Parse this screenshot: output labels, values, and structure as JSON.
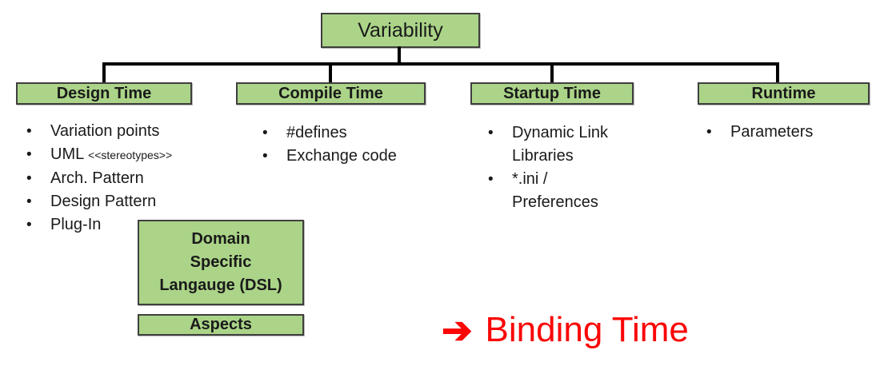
{
  "ui": {
    "bullet": "•"
  },
  "colors": {
    "box_fill": "#abd488",
    "box_border": "#3f3f3f",
    "connector": "#000000",
    "annotation_red": "#fb0505"
  },
  "root": {
    "label": "Variability"
  },
  "branches": [
    {
      "label": "Design Time",
      "items": [
        {
          "text": "Variation points"
        },
        {
          "text": "UML",
          "suffix": "<<stereotypes>>"
        },
        {
          "text": "Arch. Pattern"
        },
        {
          "text": "Design Pattern"
        },
        {
          "text": "Plug-In"
        }
      ]
    },
    {
      "label": "Compile Time",
      "items": [
        {
          "text": "#defines"
        },
        {
          "text": "Exchange code"
        }
      ]
    },
    {
      "label": "Startup Time",
      "items": [
        {
          "text": "Dynamic Link Libraries"
        },
        {
          "text": "*.ini / Preferences"
        }
      ]
    },
    {
      "label": "Runtime",
      "items": [
        {
          "text": "Parameters"
        }
      ]
    }
  ],
  "dsl_box": {
    "lines": [
      "Domain",
      "Specific",
      "Langauge (DSL)"
    ]
  },
  "aspects_box": {
    "label": "Aspects"
  },
  "annotation": {
    "arrow": "➔",
    "label": "Binding Time"
  }
}
